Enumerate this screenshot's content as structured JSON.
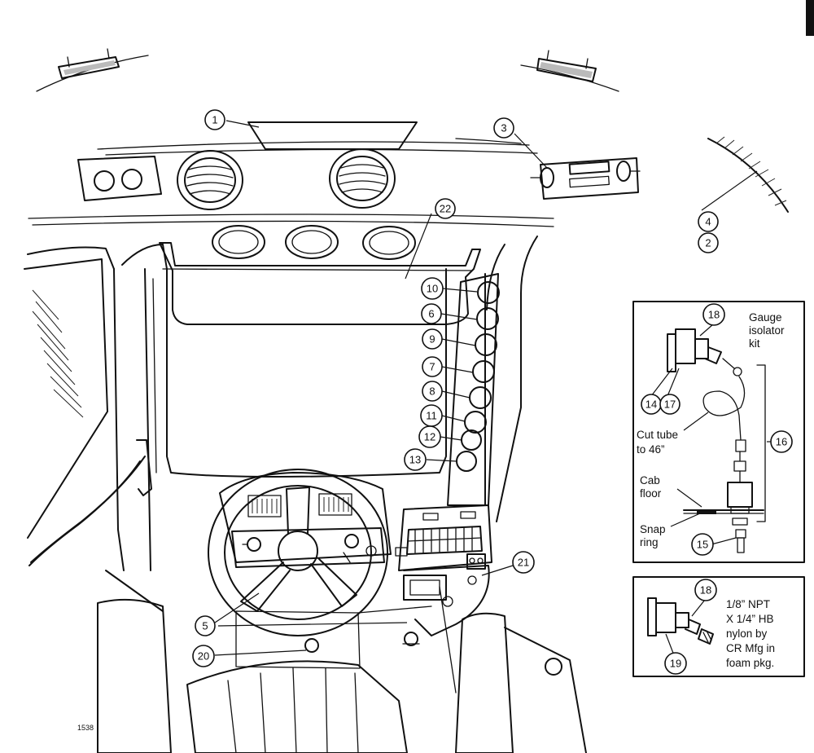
{
  "callouts": {
    "c1": "1",
    "c2": "2",
    "c3": "3",
    "c4": "4",
    "c5": "5",
    "c6": "6",
    "c7": "7",
    "c8": "8",
    "c9": "9",
    "c10": "10",
    "c11": "11",
    "c12": "12",
    "c13": "13",
    "c14": "14",
    "c15": "15",
    "c16": "16",
    "c17": "17",
    "c18a": "18",
    "c18b": "18",
    "c19": "19",
    "c20": "20",
    "c21": "21",
    "c22": "22"
  },
  "inset_isolator": {
    "title_line1": "Gauge",
    "title_line2": "isolator",
    "title_line3": "kit",
    "cut_line1": "Cut tube",
    "cut_line2": "to 46”",
    "cab_line1": "Cab",
    "cab_line2": "floor",
    "snap_line1": "Snap",
    "snap_line2": "ring"
  },
  "inset_fitting": {
    "line1": "1/8” NPT",
    "line2": "X 1/4” HB",
    "line3": "nylon by",
    "line4": "CR Mfg in",
    "line5": "foam pkg."
  },
  "figure_number": "1538"
}
